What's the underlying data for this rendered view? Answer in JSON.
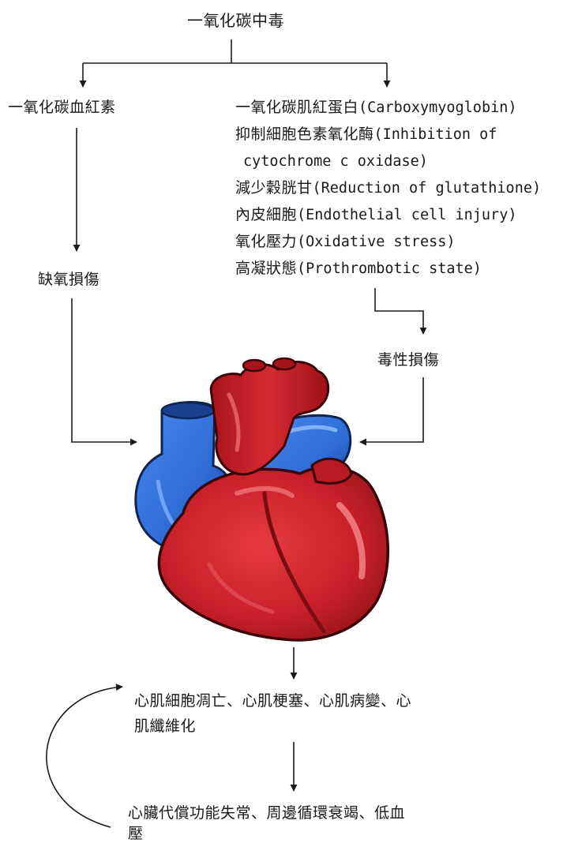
{
  "title": "一氧化碳中毒",
  "left_branch": {
    "label": "一氧化碳血紅素",
    "result": "缺氧損傷"
  },
  "right_branch": {
    "mechanisms": [
      {
        "zh": "一氧化碳肌紅蛋白",
        "en": "(Carboxymyoglobin)"
      },
      {
        "zh": "抑制細胞色素氧化酶",
        "en": "(Inhibition of"
      },
      {
        "zh": "",
        "en": "cytochrome c oxidase)"
      },
      {
        "zh": "減少穀胱甘",
        "en": "(Reduction of glutathione)"
      },
      {
        "zh": "內皮細胞",
        "en": "(Endothelial cell injury)"
      },
      {
        "zh": "氧化壓力",
        "en": "(Oxidative stress)"
      },
      {
        "zh": "高凝狀態",
        "en": "(Prothrombotic state)"
      }
    ],
    "result": "毒性損傷"
  },
  "outcome1": {
    "line1": "心肌細胞凋亡、心肌梗塞、心肌病變、心",
    "line2": "肌纖維化"
  },
  "outcome2": {
    "line1": "心臟代償功能失常、周邊循環衰竭、低血",
    "line2": "壓"
  },
  "colors": {
    "line": "#1a1a1a",
    "heart_red": "#c8202a",
    "heart_dark": "#7a0d12",
    "vessel_blue": "#2e6bd6",
    "vessel_dark": "#16357a"
  },
  "icons": {
    "heart": "heart-illustration"
  }
}
